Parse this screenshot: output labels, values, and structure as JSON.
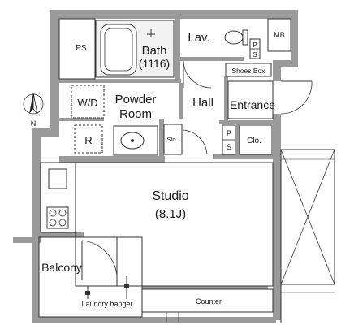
{
  "rooms": {
    "bath": "Bath",
    "bath_size": "(1116)",
    "lav": "Lav.",
    "ps_top": "PS",
    "ps_upper": "P",
    "ps_lower": "S",
    "mb": "MB",
    "shoes_box": "Shoes Box",
    "hall": "Hall",
    "entrance": "Entrance",
    "wd": "W/D",
    "powder_room_1": "Powder",
    "powder_room_2": "Room",
    "refrigerator": "R",
    "storage": "Sto.",
    "ps_mid_upper": "P",
    "ps_mid_lower": "S",
    "closet": "Clo.",
    "studio": "Studio",
    "studio_size": "(8.1J)",
    "balcony": "Balcony",
    "laundry_hanger": "Laundry hanger",
    "counter": "Counter",
    "north": "N"
  },
  "colors": {
    "wall": "#9a9a9a",
    "wall_dark": "#7c7c7c",
    "line": "#333333",
    "floor": "#ffffff",
    "bath_fill": "#f2f2f2"
  }
}
